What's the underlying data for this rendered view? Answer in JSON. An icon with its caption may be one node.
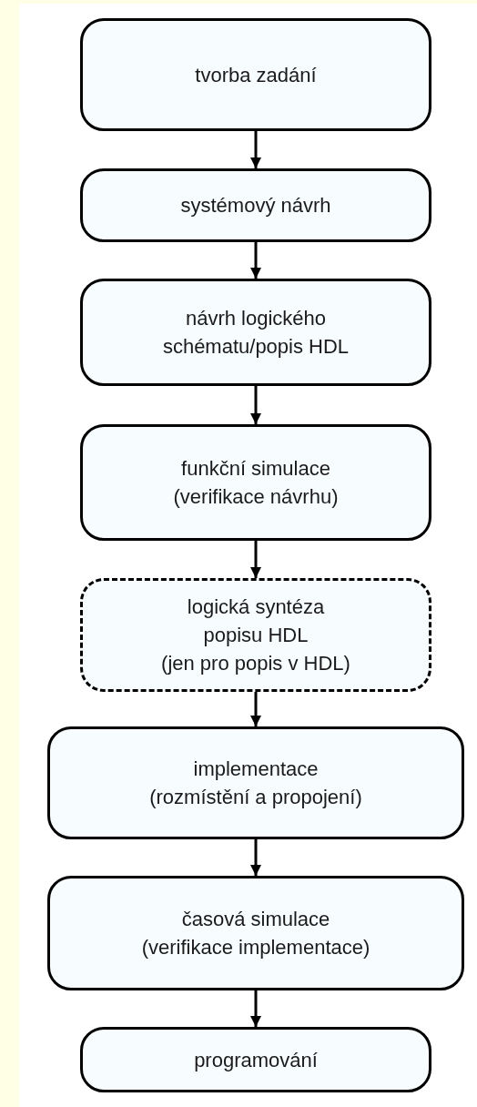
{
  "diagram": {
    "nodes": [
      {
        "text": [
          "tvorba zadání"
        ]
      },
      {
        "text": [
          "systémový návrh"
        ]
      },
      {
        "text": [
          "návrh logického schématu/popis HDL"
        ]
      },
      {
        "text": [
          "funkční simulace",
          "(verifikace návrhu)"
        ]
      },
      {
        "text": [
          "logická syntéza popisu HDL",
          "(jen pro popis v HDL)"
        ]
      },
      {
        "text": [
          "implementace",
          "(rozmístění a propojení)"
        ]
      },
      {
        "text": [
          "časová simulace",
          "(verifikace implementace)"
        ]
      },
      {
        "text": [
          "programování"
        ]
      }
    ],
    "edges": [
      {
        "from": 0,
        "to": 1,
        "arrow": "to"
      },
      {
        "from": 1,
        "to": 2,
        "arrow": "to"
      },
      {
        "from": 2,
        "to": 3,
        "arrow": "to"
      },
      {
        "from": 3,
        "to": 4,
        "arrow": "to"
      },
      {
        "from": 4,
        "to": 5,
        "arrow": "to"
      },
      {
        "from": 5,
        "to": 6,
        "arrow": "to"
      },
      {
        "from": 6,
        "to": 7,
        "arrow": "to"
      }
    ]
  }
}
